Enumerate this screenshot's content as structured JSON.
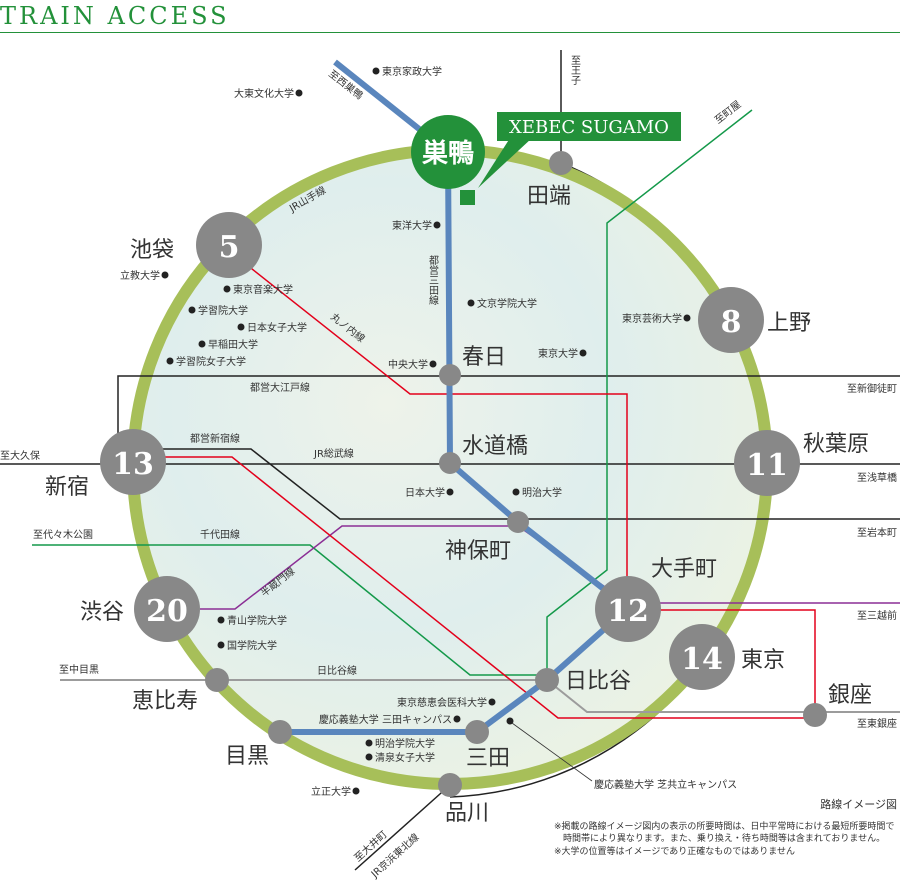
{
  "header": {
    "title": "TRAIN ACCESS"
  },
  "property": {
    "name": "XEBEC SUGAMO",
    "color": "#23913a"
  },
  "colors": {
    "yamanote": "#a7bf59",
    "mita": "#5a86bd",
    "marunouchi": "#e3001b",
    "hanzomon": "#8b2f95",
    "chiyoda": "#14994a",
    "hibiya": "#9c9c9c",
    "station": "#888888"
  },
  "stations": {
    "sugamo": "巣鴨",
    "tabata": "田端",
    "ikebukuro": {
      "name": "池袋",
      "minutes": "5"
    },
    "ueno": {
      "name": "上野",
      "minutes": "8"
    },
    "kasuga": "春日",
    "suidobashi": "水道橋",
    "jimbocho": "神保町",
    "shinjuku": {
      "name": "新宿",
      "minutes": "13"
    },
    "akihabara": {
      "name": "秋葉原",
      "minutes": "11"
    },
    "otemachi": {
      "name": "大手町",
      "minutes": "12"
    },
    "shibuya": {
      "name": "渋谷",
      "minutes": "20"
    },
    "tokyo": {
      "name": "東京",
      "minutes": "14"
    },
    "hibiya": "日比谷",
    "ebisu": "恵比寿",
    "meguro": "目黒",
    "mita": "三田",
    "shinagawa": "品川",
    "ginza": "銀座"
  },
  "lines": {
    "yamanote": "JR山手線",
    "mita": "都営三田線",
    "marunouchi": "丸ノ内線",
    "oedo": "都営大江戸線",
    "shinjuku": "都営新宿線",
    "sobu": "JR総武線",
    "chiyoda": "千代田線",
    "hanzomon": "半蔵門線",
    "hibiya": "日比谷線",
    "keihin": "JR京浜東北線"
  },
  "directions": {
    "nishisugamo": "至西巣鴨",
    "oji": "至王子",
    "machiya": "至町屋",
    "shinokachimachi": "至新御徒町",
    "okubo": "至大久保",
    "asakusabashi": "至浅草橋",
    "iwamotocho": "至岩本町",
    "yoyogikoen": "至代々木公園",
    "mitsukoshimae": "至三越前",
    "nakameguro": "至中目黒",
    "higashiginza": "至東銀座",
    "oimachi": "至大井町"
  },
  "universities": [
    "東京家政大学",
    "大東文化大学",
    "東洋大学",
    "立教大学",
    "東京音楽大学",
    "学習院大学",
    "日本女子大学",
    "早稲田大学",
    "学習院女子大学",
    "中央大学",
    "文京学院大学",
    "東京芸術大学",
    "東京大学",
    "日本大学",
    "明治大学",
    "青山学院大学",
    "国学院大学",
    "東京慈恵会医科大学",
    "慶応義塾大学 三田キャンパス",
    "明治学院大学",
    "清泉女子大学",
    "立正大学",
    "慶応義塾大学 芝共立キャンパス"
  ],
  "legend": {
    "title": "路線イメージ図",
    "note1": "※掲載の路線イメージ図内の表示の所要時間は、日中平常時における最短所要時間で",
    "note2": "時間帯により異なります。また、乗り換え・待ち時間等は含まれておりません。",
    "note3": "※大学の位置等はイメージであり正確なものではありません"
  }
}
